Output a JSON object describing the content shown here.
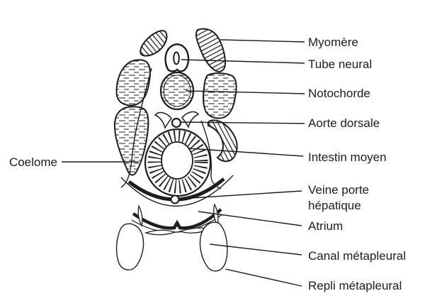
{
  "diagram": {
    "colors": {
      "ink": "#1d1d1b",
      "background": "#ffffff"
    },
    "labels": {
      "myomere": "Myomère",
      "tube_neural": "Tube neural",
      "notochorde": "Notochorde",
      "aorte_dorsale": "Aorte dorsale",
      "intestin_moyen": "Intestin moyen",
      "veine_porte_1": "Veine porte",
      "veine_porte_2": "hépatique",
      "atrium": "Atrium",
      "canal_metapleural": "Canal métapleural",
      "repli_metapleural": "Repli métapleural",
      "coelome": "Coelome"
    }
  }
}
